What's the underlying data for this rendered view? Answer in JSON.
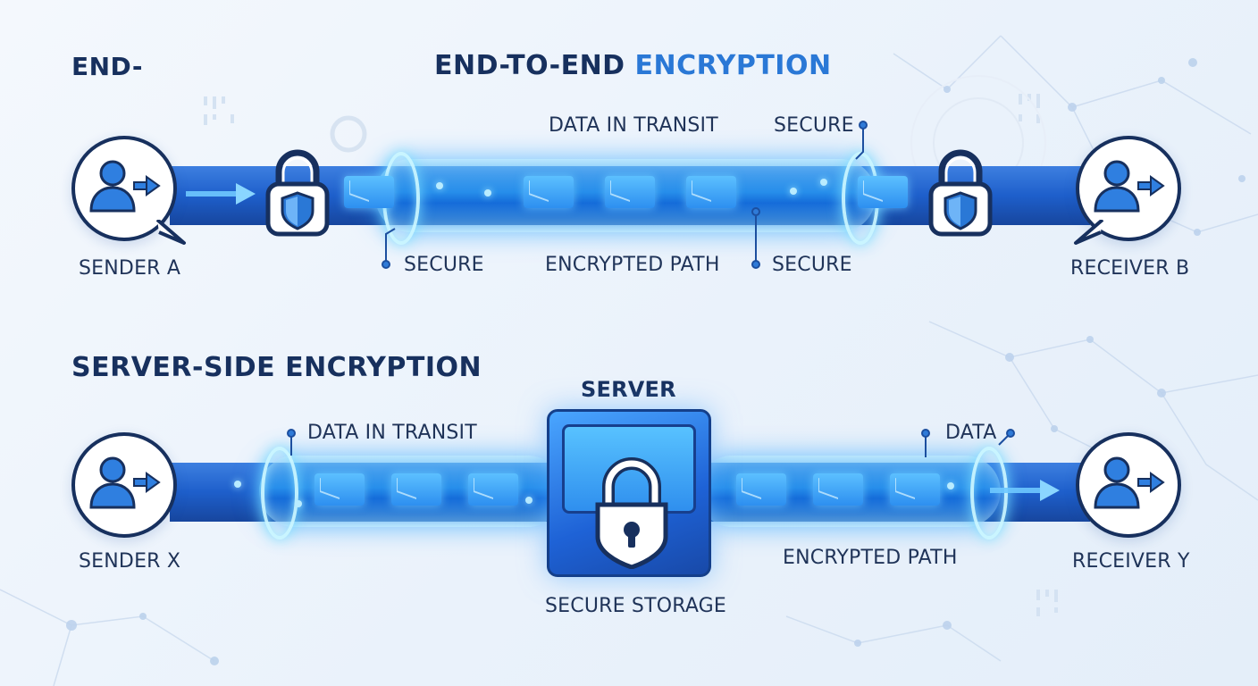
{
  "headings": {
    "top_left": "END-",
    "e2e_main": "END-TO-END",
    "e2e_accent": "ENCRYPTION",
    "server_side": "SERVER-SIDE ENCRYPTION"
  },
  "e2e": {
    "sender": "SENDER A",
    "receiver": "RECEIVER B",
    "data_in_transit": "DATA IN TRANSIT",
    "secure_top": "SECURE",
    "secure_left": "SECURE",
    "encrypted_path": "ENCRYPTED PATH",
    "secure_right": "SECURE"
  },
  "server_side": {
    "sender": "SENDER X",
    "receiver": "RECEIVER Y",
    "server_title": "SERVER",
    "data_in_transit": "DATA IN TRANSIT",
    "data": "DATA",
    "encrypted_path": "ENCRYPTED PATH",
    "secure_storage": "SECURE STORAGE"
  },
  "colors": {
    "navy": "#17305e",
    "accent_blue": "#2a78d6",
    "pipe_blue": "#1e5fcb",
    "glow_cyan": "#5cc0ff"
  },
  "icons": [
    "user-send-icon",
    "padlock-shield-icon",
    "envelope-icon",
    "server-padlock-icon",
    "arrow-right-icon"
  ]
}
